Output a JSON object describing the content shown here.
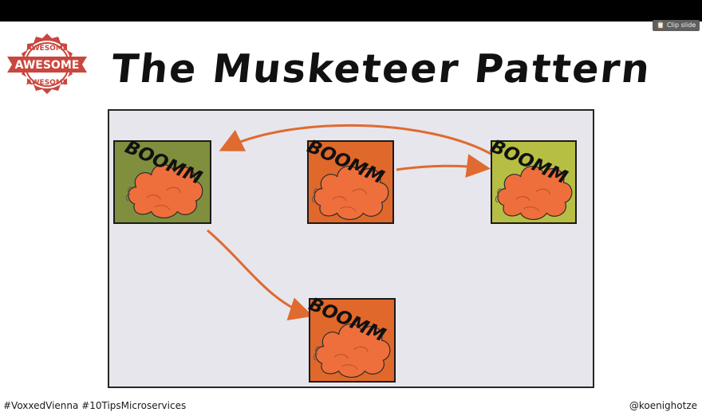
{
  "toolbar": {
    "clip_button_label": "Clip slide"
  },
  "badge": {
    "top_text": "AWESOME",
    "center_text": "AWESOME",
    "bottom_text": "AWESOME",
    "color": "#c8473f"
  },
  "slide": {
    "title": "The Musketeer Pattern",
    "boxes": [
      {
        "label": "BOOMM",
        "background": "#7f8f3e"
      },
      {
        "label": "BOOMM",
        "background": "#e0682b"
      },
      {
        "label": "BOOMM",
        "background": "#b6bf44"
      },
      {
        "label": "BOOMM",
        "background": "#e0682b"
      }
    ],
    "arrow_color": "#e06a30",
    "cloud_color": "#ee6f3b"
  },
  "footer": {
    "hashtags": "#VoxxedVienna #10TipsMicroservices",
    "handle": "@koenighotze"
  }
}
